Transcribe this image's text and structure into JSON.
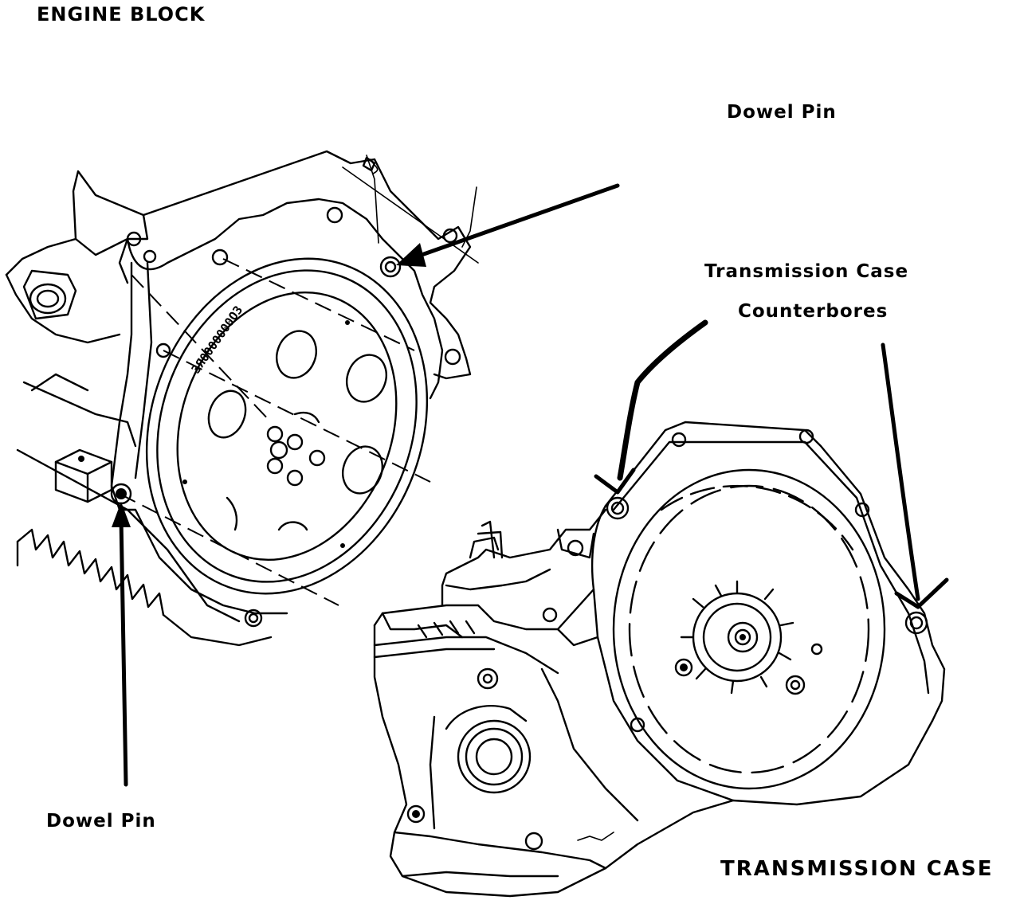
{
  "labels": {
    "engine_block": "ENGINE BLOCK",
    "dowel_pin_top": "Dowel Pin",
    "transmission_case_line1": "Transmission Case",
    "transmission_case_line2": "Counterbores",
    "dowel_pin_bottom": "Dowel Pin",
    "transmission_case": "TRANSMISSION CASE"
  },
  "engraving": {
    "flexplate_marking": "3Я0000000О3"
  },
  "colors": {
    "ink": "#000000",
    "paper": "#ffffff"
  }
}
